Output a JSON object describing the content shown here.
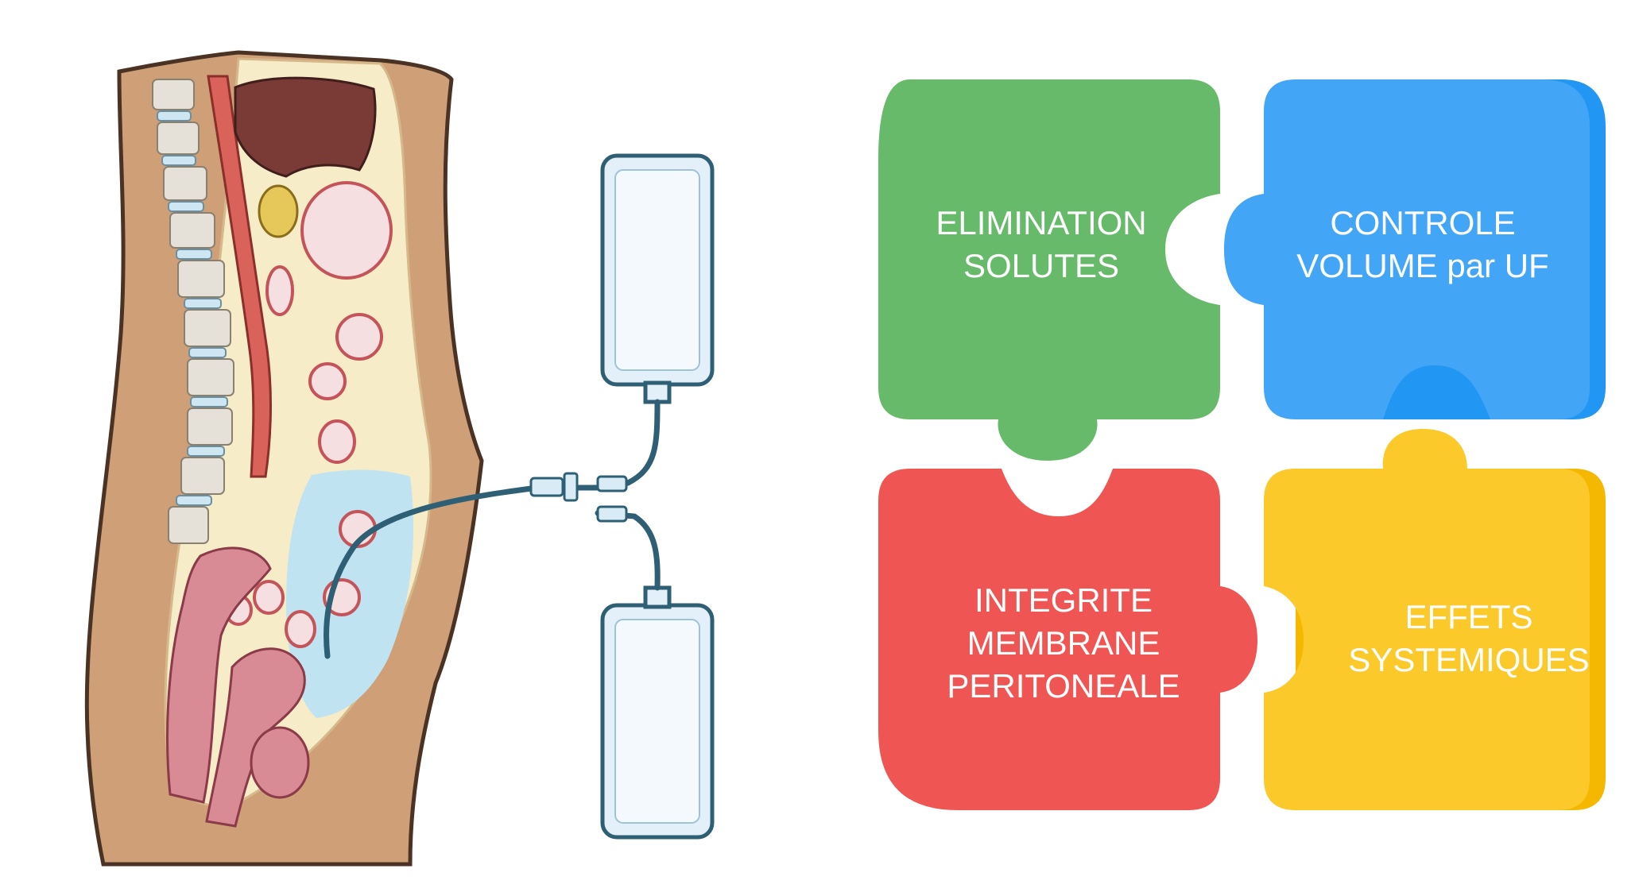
{
  "colors": {
    "skin": "#cf9f78",
    "skin_outline": "#4a3324",
    "cavity": "#f7ecc8",
    "dialysate": "#bfe3f0",
    "liver": "#7a3a36",
    "aorta": "#d9625a",
    "vertebra": "#e6e1d8",
    "disc": "#cde6f2",
    "loop": "#f6dfe0",
    "loop_outline": "#c4545a",
    "bowel": "#d88a95",
    "bag_fill": "#e3f0fa",
    "bag_outline": "#2f5f74",
    "green": "#67ba6a",
    "blue": "#42a5f5",
    "blue_shade": "#2196f3",
    "red": "#ee5553",
    "yellow": "#fcc92b",
    "yellow_shade": "#f5b800",
    "text": "#ffffff"
  },
  "illustration": {
    "subject": "peritoneal-dialysis-illustration",
    "bags": [
      "dialysate-bag-top",
      "dialysate-bag-bottom"
    ]
  },
  "puzzle": {
    "top_left": {
      "lines": [
        "ELIMINATION",
        "SOLUTES"
      ]
    },
    "top_right": {
      "lines": [
        "CONTROLE",
        "VOLUME par UF"
      ]
    },
    "bottom_left": {
      "lines": [
        "INTEGRITE",
        "MEMBRANE",
        "PERITONEALE"
      ]
    },
    "bottom_right": {
      "lines": [
        "EFFETS",
        "SYSTEMIQUES"
      ]
    }
  }
}
